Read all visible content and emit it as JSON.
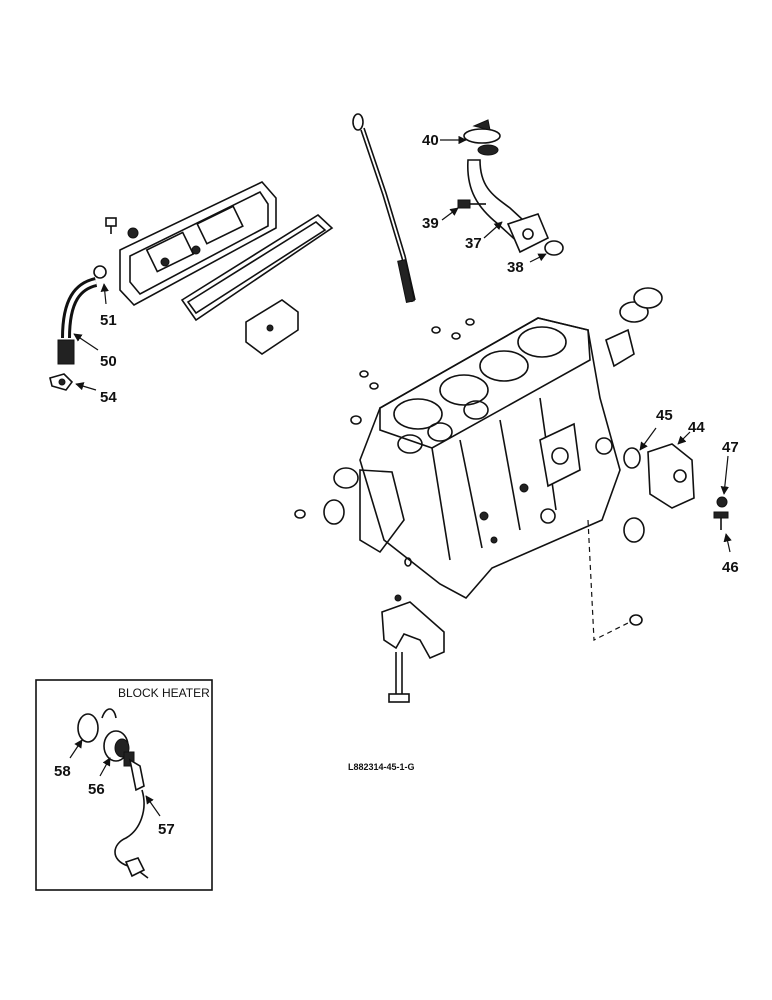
{
  "inset": {
    "title": "BLOCK HEATER"
  },
  "callouts": {
    "c37": "37",
    "c38": "38",
    "c39": "39",
    "c40": "40",
    "c44": "44",
    "c45": "45",
    "c46": "46",
    "c47": "47",
    "c50": "50",
    "c51": "51",
    "c54": "54",
    "c56": "56",
    "c57": "57",
    "c58": "58"
  },
  "reference_code": "L882314-45-1-G"
}
